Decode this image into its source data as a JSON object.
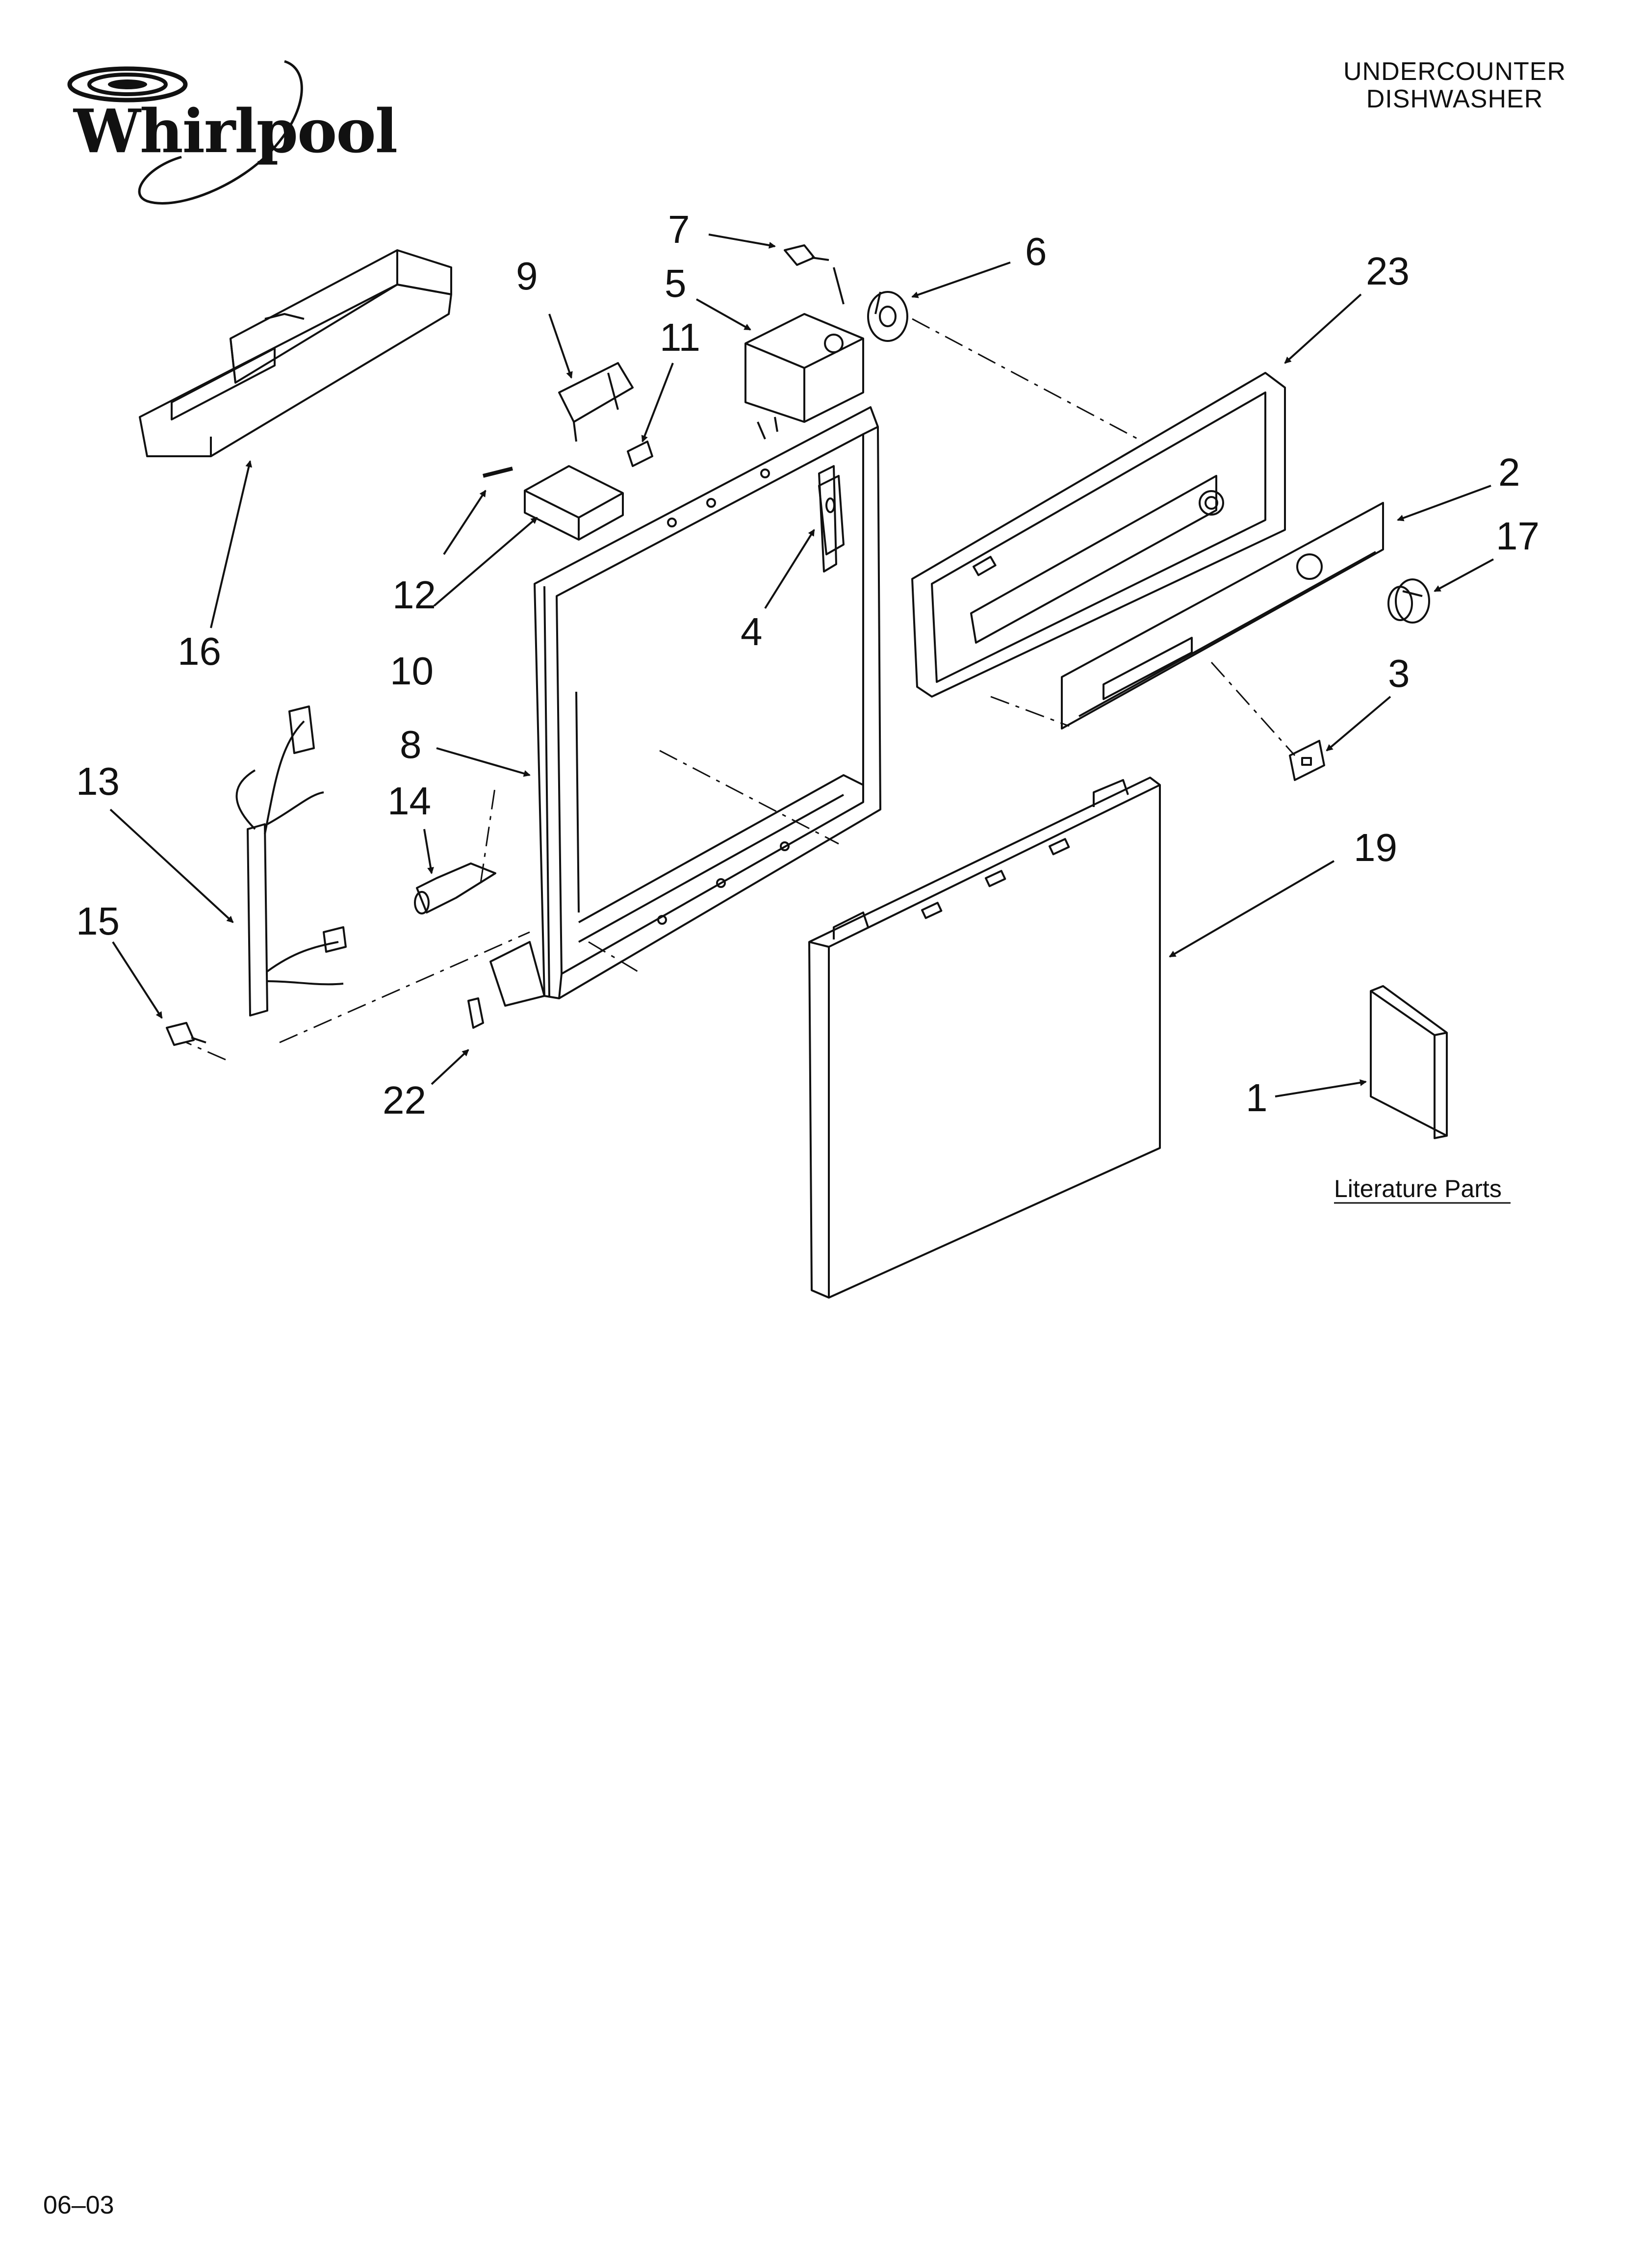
{
  "brand": {
    "logo_text": "Whirlpool"
  },
  "header": {
    "title_line1": "UNDERCOUNTER",
    "title_line2": "DISHWASHER"
  },
  "callouts": [
    "1",
    "2",
    "3",
    "4",
    "5",
    "6",
    "7",
    "8",
    "9",
    "10",
    "11",
    "12",
    "13",
    "14",
    "15",
    "16",
    "17",
    "19",
    "22",
    "23"
  ],
  "labels": {
    "literature": "Literature Parts"
  },
  "footer": {
    "date_code": "06–03"
  },
  "icons": [
    "whirlpool-swirl-icon"
  ]
}
